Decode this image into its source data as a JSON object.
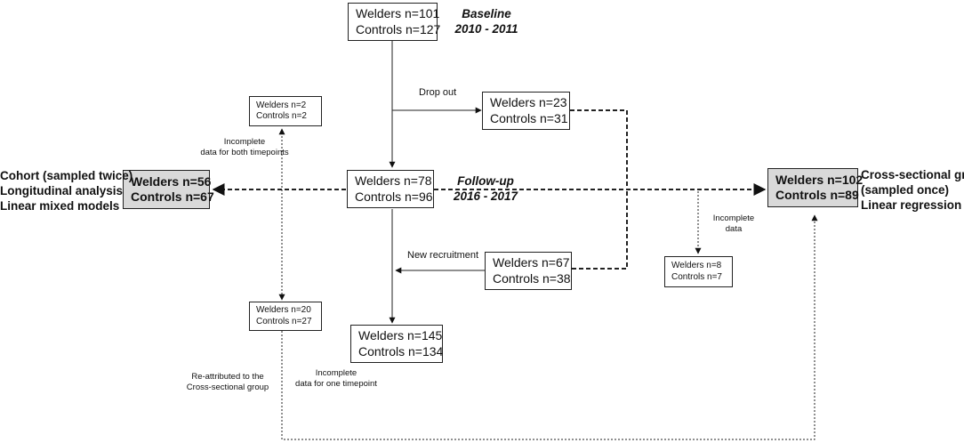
{
  "boxes": {
    "baseline": {
      "welders": "Welders n=101",
      "controls": "Controls n=127"
    },
    "dropout": {
      "welders": "Welders n=23",
      "controls": "Controls n=31"
    },
    "incomplete_both": {
      "welders": "Welders n=2",
      "controls": "Controls n=2"
    },
    "followup": {
      "welders": "Welders n=78",
      "controls": "Controls n=96"
    },
    "cohort": {
      "welders": "Welders n=56",
      "controls": "Controls n=67"
    },
    "cross_sectional": {
      "welders": "Welders n=102",
      "controls": "Controls n=89"
    },
    "new_recruitment": {
      "welders": "Welders n=67",
      "controls": "Controls n=38"
    },
    "incomplete_cs": {
      "welders": "Welders n=8",
      "controls": "Controls n=7"
    },
    "incomplete_one": {
      "welders": "Welders n=20",
      "controls": "Controls n=27"
    },
    "total": {
      "welders": "Welders n=145",
      "controls": "Controls n=134"
    }
  },
  "phases": {
    "baseline": {
      "title": "Baseline",
      "years": "2010 - 2011"
    },
    "followup": {
      "title": "Follow-up",
      "years": "2016 - 2017"
    }
  },
  "labels": {
    "drop_out": "Drop out",
    "new_recruitment": "New recruitment",
    "incomplete_both_1": "Incomplete",
    "incomplete_both_2": "data for both timepoints",
    "incomplete_data_1": "Incomplete",
    "incomplete_data_2": "data",
    "incomplete_one_1": "Incomplete",
    "incomplete_one_2": "data for one timepoint",
    "reattributed_1": "Re-attributed to the",
    "reattributed_2": "Cross-sectional group"
  },
  "side_labels": {
    "cohort": [
      "Cohort (sampled twice)",
      "Longitudinal analysis",
      "Linear mixed models"
    ],
    "cross_sectional": [
      "Cross-sectional group",
      "(sampled once)",
      "Linear regression"
    ]
  }
}
